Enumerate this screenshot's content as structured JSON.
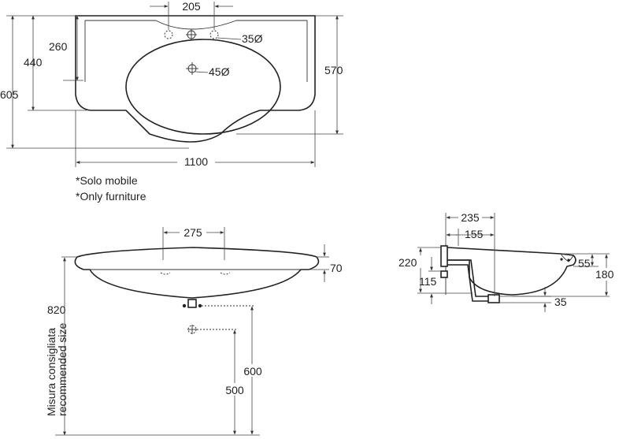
{
  "top_view": {
    "dim_tap_spacing": "205",
    "dim_tap_hole": "35Ø",
    "dim_waste_hole": "45Ø",
    "dim_260": "260",
    "dim_440": "440",
    "dim_605": "605",
    "dim_570": "570",
    "dim_width": "1100",
    "note_it": "*Solo mobile",
    "note_en": "*Only furniture"
  },
  "front_view": {
    "dim_275": "275",
    "dim_70": "70",
    "dim_820": "820",
    "dim_600": "600",
    "dim_500": "500",
    "label_it": "Misura consigliata",
    "label_en": "recommended size"
  },
  "side_view": {
    "dim_235": "235",
    "dim_155": "155",
    "dim_220": "220",
    "dim_115": "115",
    "dim_55": "55",
    "dim_180": "180",
    "dim_35": "35"
  }
}
